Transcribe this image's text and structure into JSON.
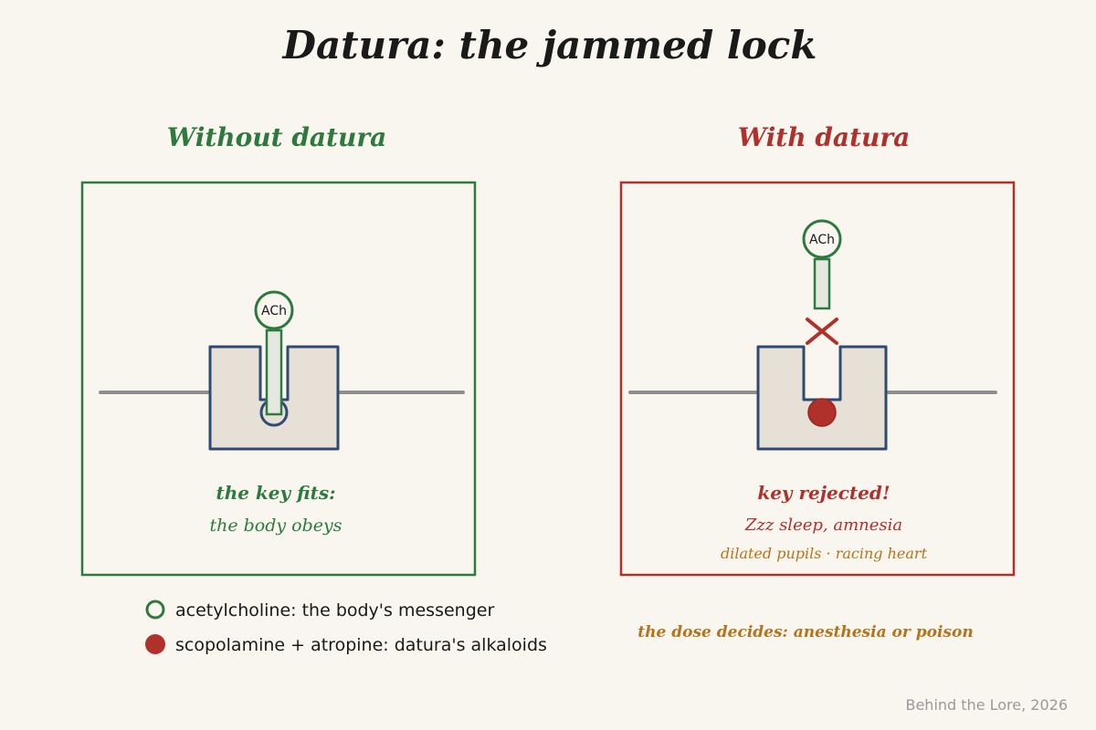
{
  "title": "Datura: the jammed lock",
  "colors": {
    "background": "#f9f6f0",
    "ink": "#1a1a1a",
    "green": "#2e7a3e",
    "red": "#b0302c",
    "orange": "#b5731c",
    "navy": "#2f4b72",
    "receptor_fill": "#e6e0d6",
    "membrane": "#8e8e8e",
    "key_fill": "#e5e8e0",
    "credit": "#999999"
  },
  "panels": {
    "left": {
      "heading": "Without datura",
      "molecule_label": "ACh",
      "caption_main": "the key fits:",
      "caption_sub": "the body obeys"
    },
    "right": {
      "heading": "With datura",
      "molecule_label": "ACh",
      "blocked_icon": "cross-mark",
      "caption_main": "key rejected!",
      "caption_sub": "Zzz sleep, amnesia",
      "caption_effects": "dilated pupils · racing heart"
    }
  },
  "legend": [
    {
      "icon": "open-circle",
      "label": "acetylcholine: the body's messenger"
    },
    {
      "icon": "filled-circle",
      "label": "scopolamine + atropine: datura's alkaloids"
    }
  ],
  "note": "the dose decides: anesthesia or poison",
  "credit": "Behind the Lore, 2026"
}
